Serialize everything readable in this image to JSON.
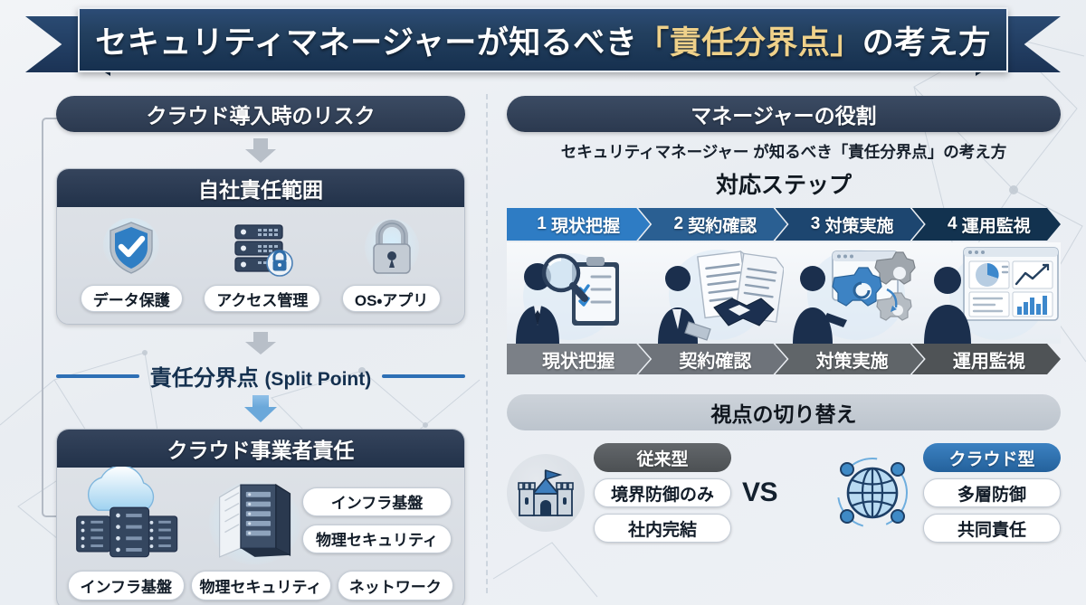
{
  "title": {
    "before_gold": "セキュリティマネージャーが知るべき",
    "gold": "「責任分界点」",
    "after_gold": "の考え方"
  },
  "left": {
    "risk_header": "クラウド導入時のリスク",
    "own_card": {
      "header": "自社責任範囲",
      "items": [
        {
          "icon": "shield-check-icon",
          "label": "データ保護"
        },
        {
          "icon": "server-lock-icon",
          "label": "アクセス管理"
        },
        {
          "icon": "padlock-icon",
          "label": "OS・アプリ"
        }
      ]
    },
    "split_point": {
      "ja": "責任分界点",
      "en": "(Split Point)"
    },
    "provider_card": {
      "header": "クラウド事業者責任",
      "side_tags": [
        "インフラ基盤",
        "物理セキュリティ"
      ],
      "bottom_tags": [
        "インフラ基盤",
        "物理セキュリティ",
        "ネットワーク"
      ],
      "icons": [
        "cloud-servers-icon",
        "datacenter-rack-icon"
      ]
    }
  },
  "right": {
    "role_header": "マネージャーの役割",
    "subtitle": "セキュリティマネージャー が知るべき「責任分界点」の考え方",
    "steps_heading": "対応ステップ",
    "steps": [
      {
        "num": "1",
        "label": "現状把握",
        "color": "#2e7cc4",
        "illus": "analyst-magnifier-checklist-icon"
      },
      {
        "num": "2",
        "label": "契約確認",
        "color": "#2a5f92",
        "illus": "handshake-contract-icon"
      },
      {
        "num": "3",
        "label": "対策実施",
        "color": "#1d4670",
        "illus": "gears-browser-icon"
      },
      {
        "num": "4",
        "label": "運用監視",
        "color": "#12324f",
        "illus": "dashboard-charts-icon"
      }
    ],
    "step_captions": [
      {
        "label": "現状把握",
        "color": "#7b8087"
      },
      {
        "label": "契約確認",
        "color": "#6e737a"
      },
      {
        "label": "対策実施",
        "color": "#606569"
      },
      {
        "label": "運用監視",
        "color": "#4f5356"
      }
    ],
    "viewpoint": {
      "header": "視点の切り替え",
      "vs_word": "VS",
      "legacy": {
        "icon": "castle-icon",
        "caption": "従来型",
        "caption_color": "#55585c",
        "tags": [
          "境界防御のみ",
          "社内完結"
        ]
      },
      "cloud": {
        "icon": "globe-network-icon",
        "caption": "クラウド型",
        "caption_color": "#2a6db0",
        "tags": [
          "多層防御",
          "共同責任"
        ]
      }
    }
  }
}
